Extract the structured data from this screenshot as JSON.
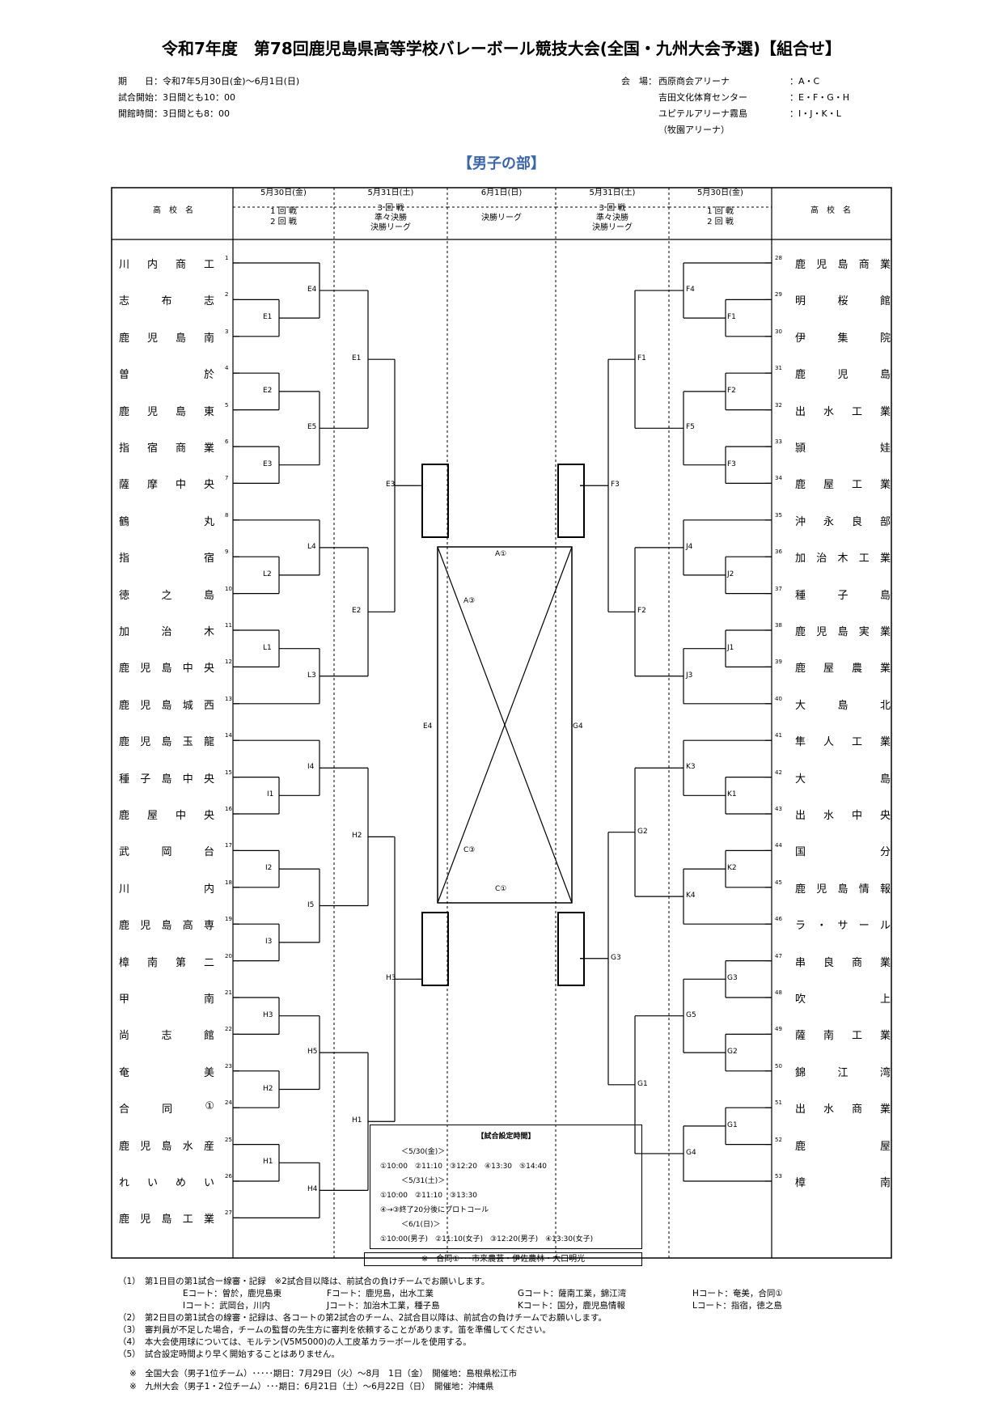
{
  "title": "令和7年度　第78回鹿児島県高等学校バレーボール競技大会(全国・九州大会予選)【組合せ】",
  "info_left": [
    "期　　日：令和7年5月30日(金)～6月1日(日)",
    "試合開始：3日間とも10：00",
    "開館時間：3日間とも8：00"
  ],
  "venue": {
    "label": "会　場：",
    "rows": [
      {
        "name": "西原商会アリーナ",
        "courts": "：A・C"
      },
      {
        "name": "吉田文化体育センター",
        "courts": "：E・F・G・H"
      },
      {
        "name": "ユピテルアリーナ霧島",
        "courts": "：I・J・K・L"
      },
      {
        "name": "（牧園アリーナ）",
        "courts": ""
      }
    ]
  },
  "division": "【男子の部】",
  "header": {
    "school_label": "高　校　名",
    "d1": "5月30日(金)",
    "r1a": "1 回 戦",
    "r1b": "2 回 戦",
    "d2": "5月31日(土)",
    "r2a": "3 回 戦",
    "r2b": "準々決勝",
    "r2c": "決勝リーグ",
    "d3": "6月1日(日)",
    "r3": "決勝リーグ"
  },
  "left_teams": [
    "川内商工",
    "志布志",
    "鹿児島南",
    "曽於",
    "鹿児島東",
    "指宿商業",
    "薩摩中央",
    "鶴丸",
    "指宿",
    "徳之島",
    "加治木",
    "鹿児島中央",
    "鹿児島城西",
    "鹿児島玉龍",
    "種子島中央",
    "鹿屋中央",
    "武岡台",
    "川内",
    "鹿児島高専",
    "樟南第二",
    "甲南",
    "尚志館",
    "奄美",
    "合同①",
    "鹿児島水産",
    "れいめい",
    "鹿児島工業"
  ],
  "left_nums": [
    "1",
    "2",
    "3",
    "4",
    "5",
    "6",
    "7",
    "8",
    "9",
    "10",
    "11",
    "12",
    "13",
    "14",
    "15",
    "16",
    "17",
    "18",
    "19",
    "20",
    "21",
    "22",
    "23",
    "24",
    "25",
    "26",
    "27"
  ],
  "right_teams": [
    "鹿児島商業",
    "明桜館",
    "伊集院",
    "鹿児島",
    "出水工業",
    "頴娃",
    "鹿屋工業",
    "沖永良部",
    "加治木工業",
    "種子島",
    "鹿児島実業",
    "鹿屋農業",
    "大島北",
    "隼人工業",
    "大島",
    "出水中央",
    "国分",
    "鹿児島情報",
    "ラ・サール",
    "串良商業",
    "吹上",
    "薩南工業",
    "錦江湾",
    "出水商業",
    "鹿屋",
    "樟南"
  ],
  "right_nums": [
    "28",
    "29",
    "30",
    "31",
    "32",
    "33",
    "34",
    "35",
    "36",
    "37",
    "38",
    "39",
    "40",
    "41",
    "42",
    "43",
    "44",
    "45",
    "46",
    "47",
    "48",
    "49",
    "50",
    "51",
    "52",
    "53"
  ],
  "match_labels": {
    "E1": "E1",
    "E2": "E2",
    "E3": "E3",
    "E4": "E4",
    "E5": "E5",
    "L1": "L1",
    "L2": "L2",
    "L3": "L3",
    "L4": "L4",
    "I1": "I1",
    "I2": "I2",
    "I3": "I3",
    "I4": "I4",
    "I5": "I5",
    "H1": "H1",
    "H2": "H2",
    "H3": "H3",
    "H4": "H4",
    "H5": "H5",
    "F1": "F1",
    "F2": "F2",
    "F3": "F3",
    "F4": "F4",
    "F5": "F5",
    "J1": "J1",
    "J2": "J2",
    "J3": "J3",
    "J4": "J4",
    "K1": "K1",
    "K2": "K2",
    "K3": "K3",
    "K4": "K4",
    "G1": "G1",
    "G2": "G2",
    "G3": "G3",
    "G4": "G4",
    "G5": "G5",
    "A1": "A①",
    "A3": "A③",
    "C1": "C①",
    "C3": "C③"
  },
  "schedule": {
    "title": "【試合設定時間】",
    "d1": "＜5/30(金)＞",
    "d1_times": "①10:00　②11:10　③12:20　④13:30　⑤14:40",
    "d2": "＜5/31(土)＞",
    "d2_times": "①10:00　②11:10　③13:30",
    "d2_note": "④→③終了20分後にプロトコール",
    "d3": "＜6/1(日)＞",
    "d3_times": "①10:00(男子)　②11:10(女子)　③12:20(男子)　④13:30(女子)"
  },
  "joint_note": "※　合同①･･･市来農芸・伊佐農林・大口明光",
  "notes": {
    "n1": "（1）　第1日目の第1試合ー線審・記録　※2試合目以降は、前試合の負けチームでお願いします。",
    "courts": [
      [
        "Eコート：曽於，鹿児島東",
        "Fコート：鹿児島，出水工業",
        "Gコート：薩南工業，錦江湾",
        "Hコート：奄美，合同①"
      ],
      [
        "Iコート：武岡台，川内",
        "Jコート：加治木工業，種子島",
        "Kコート：国分，鹿児島情報",
        "Lコート：指宿，徳之島"
      ]
    ],
    "n2": "（2）　第2日目の第1試合の線審・記録は、各コートの第2試合のチーム、2試合目以降は、前試合の負けチームでお願いします。",
    "n3": "（3）　審判員が不足した場合，チームの監督の先生方に審判を依頼することがあります。笛を準備してください。",
    "n4": "（4）　本大会使用球については、モルテン(V5M5000)の人工皮革カラーボールを使用する。",
    "n5": "（5）　試合設定時間より早く開始することはありません。",
    "z1": "※　全国大会（男子1位チーム）･････期日：7月29日（火）～8月　1日（金）　開催地：島根県松江市",
    "z2": "※　九州大会（男子1・2位チーム）･･･期日：6月21日（土）～6月22日（日）　開催地：沖縄県"
  }
}
